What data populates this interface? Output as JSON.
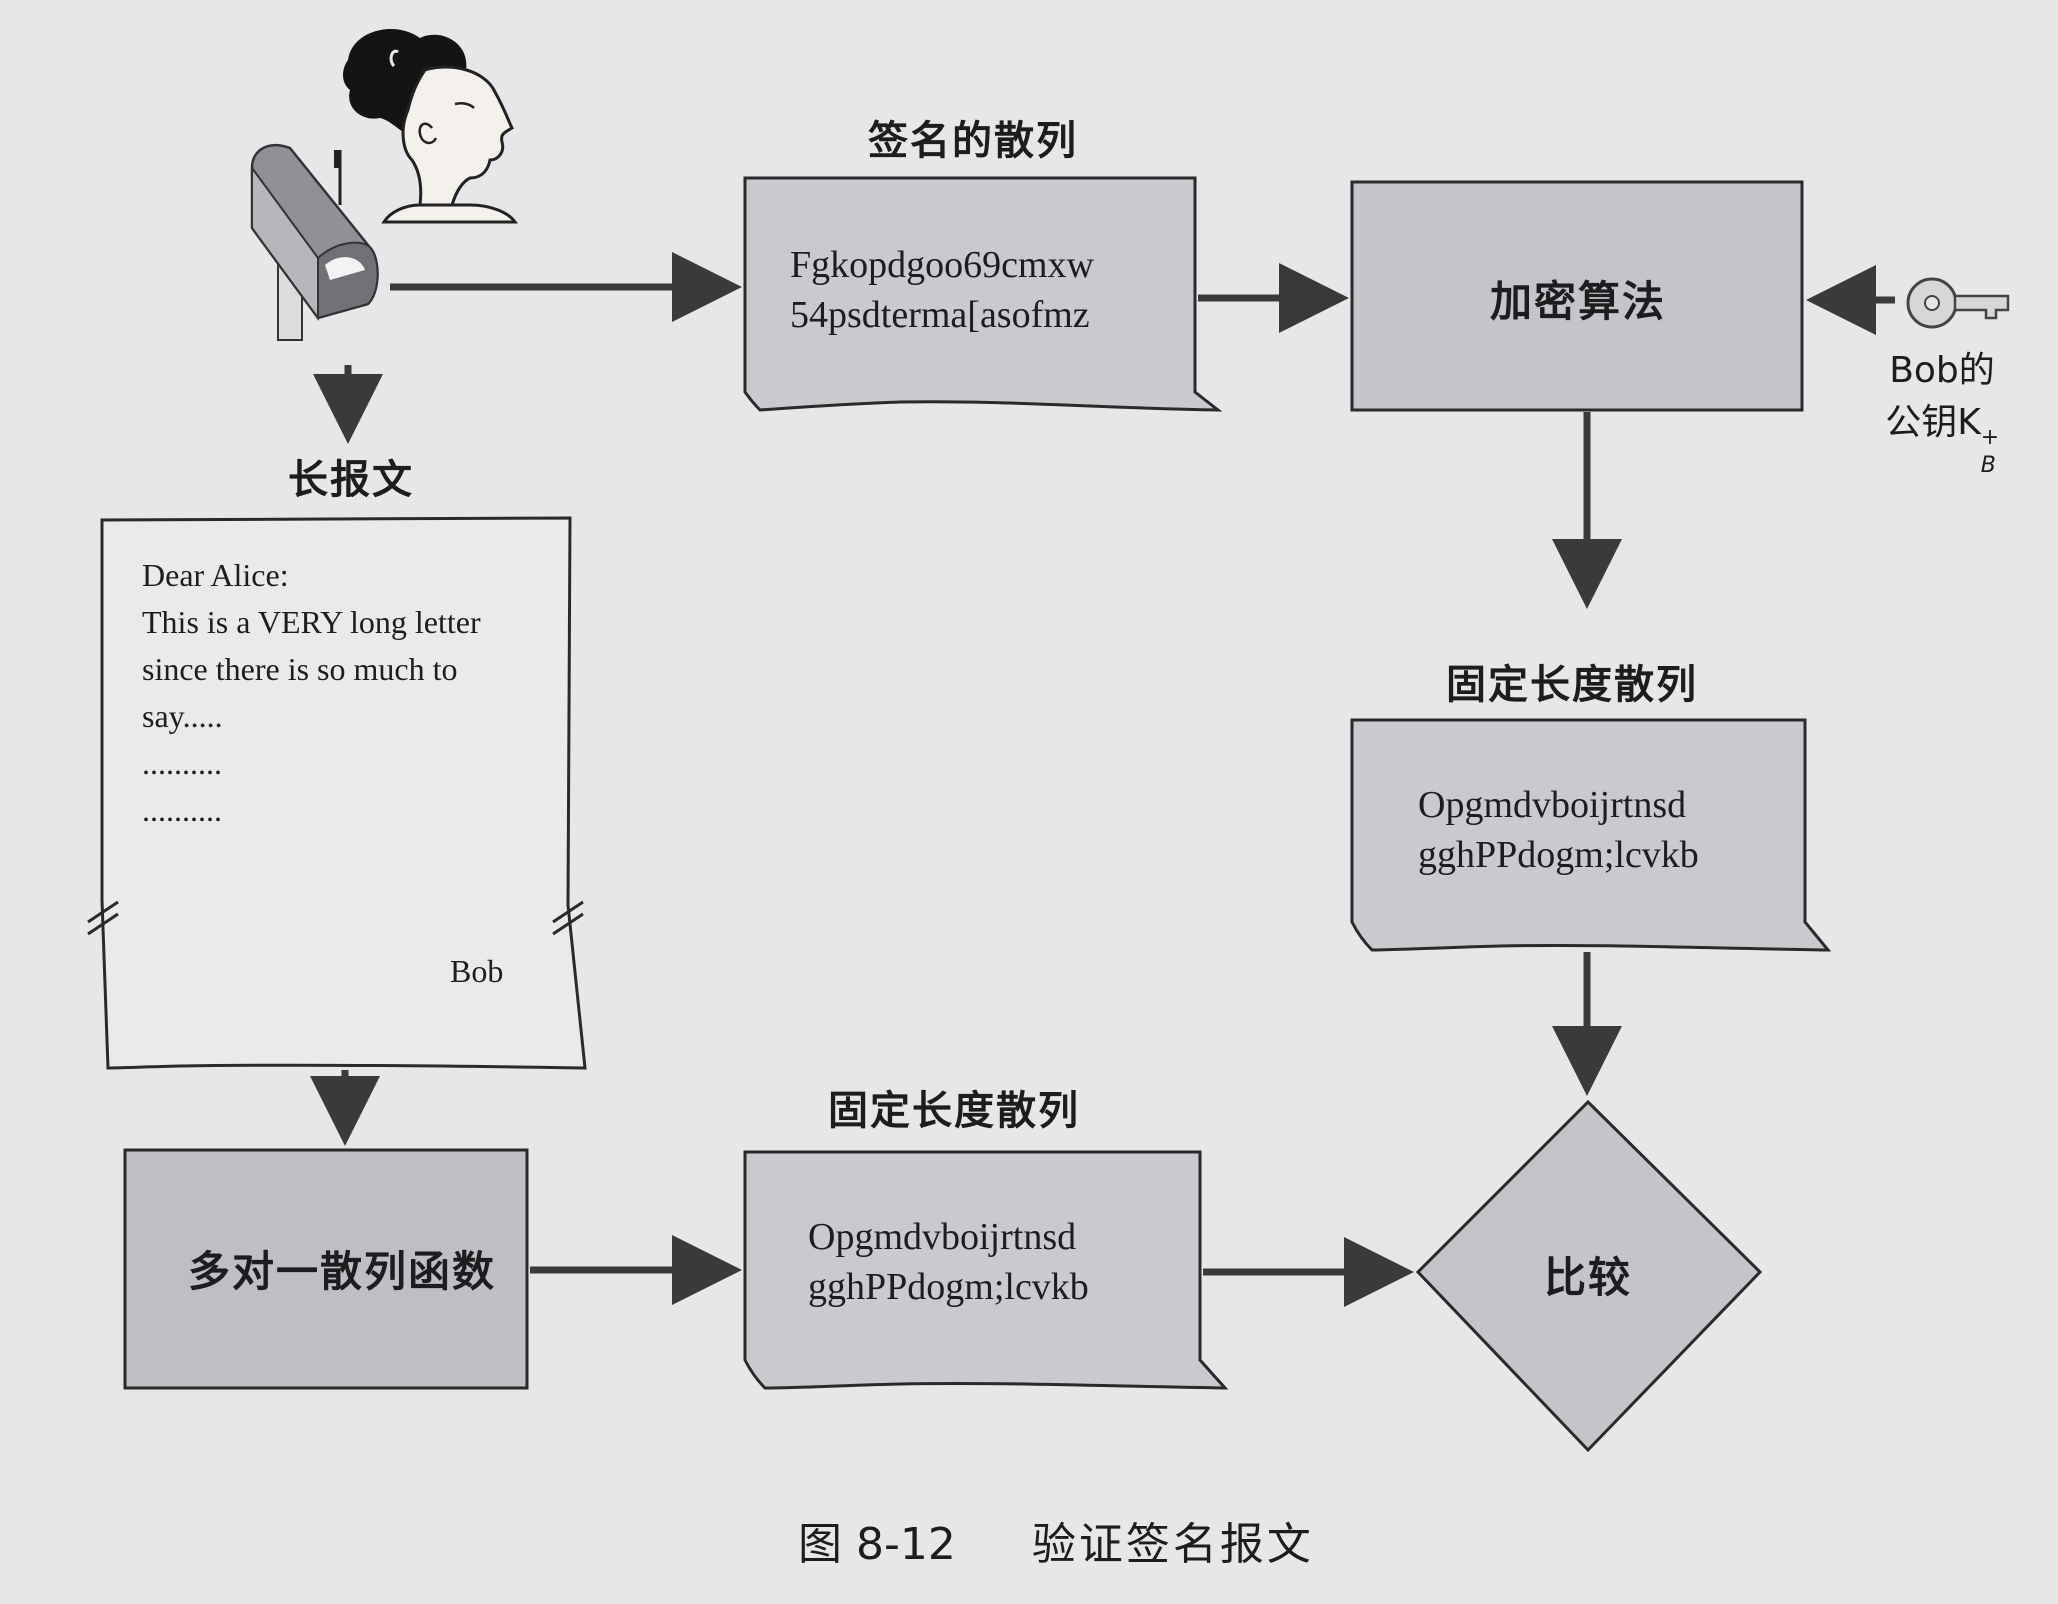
{
  "figure": {
    "caption_number": "图 8-12",
    "caption_title": "验证签名报文"
  },
  "labels": {
    "signed_hash_title": "签名的散列",
    "long_message_title": "长报文",
    "fixed_hash_title_right": "固定长度散列",
    "fixed_hash_title_bottom": "固定长度散列",
    "bob_key_line1": "Bob的",
    "bob_key_line2": "公钥K",
    "bob_key_sup": "+",
    "bob_key_sub": "B"
  },
  "signed_hash": {
    "line1": "Fgkopdgoo69cmxw",
    "line2": "54psdterma[asofmz"
  },
  "letter": {
    "lines": [
      "Dear Alice:",
      "This is a VERY long letter",
      "since there is so much to",
      "say.....",
      "..........",
      ".........."
    ],
    "signature": "Bob"
  },
  "fixed_hash_right": {
    "line1": "Opgmdvboijrtnsd",
    "line2": "gghPPdogm;lcvkb"
  },
  "fixed_hash_bottom": {
    "line1": "Opgmdvboijrtnsd",
    "line2": "gghPPdogm;lcvkb"
  },
  "boxes": {
    "encryption": "加密算法",
    "hash_function": "多对一散列函数",
    "compare": "比较"
  },
  "icons": [
    "woman-icon",
    "mailbox-icon",
    "key-icon"
  ],
  "colors": {
    "background": "#e6e7e9",
    "box_fill": "#c3c5c9",
    "line": "#2a2a2a",
    "arrow": "#3a3a3a"
  }
}
